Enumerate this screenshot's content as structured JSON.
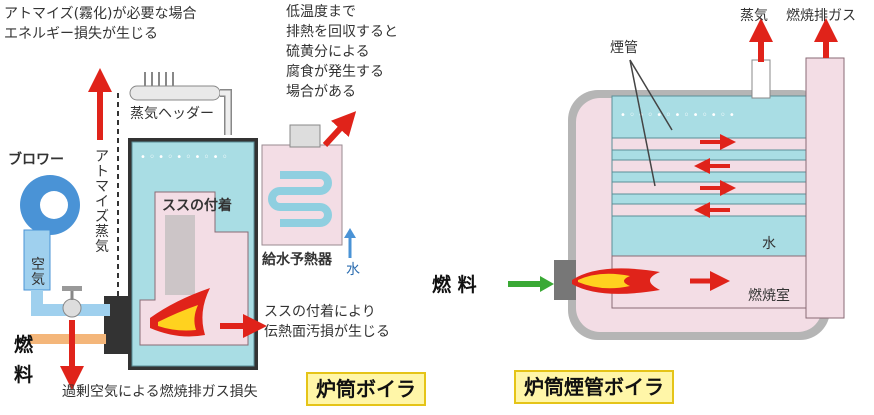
{
  "left_diagram": {
    "title": "炉筒ボイラ",
    "atomize_note": [
      "アトマイズ(霧化)が必要な場合",
      "エネルギー損失が生じる"
    ],
    "low_temp_note": [
      "低温度まで",
      "排熱を回収すると",
      "硫黄分による",
      "腐食が発生する",
      "場合がある"
    ],
    "steam_header": "蒸気ヘッダー",
    "blower": "ブロワー",
    "atomize_steam": "アトマイズ蒸気",
    "air": "空気",
    "soot": "ススの付着",
    "soot_note": [
      "ススの付着により",
      "伝熱面汚損が生じる"
    ],
    "feedwater_preheater": "給水予熱器",
    "water": "水",
    "fuel": "燃料",
    "excess_air_note": "過剰空気による燃焼排ガス損失"
  },
  "right_diagram": {
    "title": "炉筒煙管ボイラ",
    "steam": "蒸気",
    "flue_gas": "燃焼排ガス",
    "smoke_tubes": "煙管",
    "water": "水",
    "combustion_chamber": "燃焼室",
    "fuel": "燃 料"
  },
  "colors": {
    "water_blue": "#a9dde4",
    "gas_pink": "#f3dde5",
    "arrow_red": "#e0231a",
    "fuel_green": "#3aa935",
    "title_yellow": "#fff6a8"
  }
}
